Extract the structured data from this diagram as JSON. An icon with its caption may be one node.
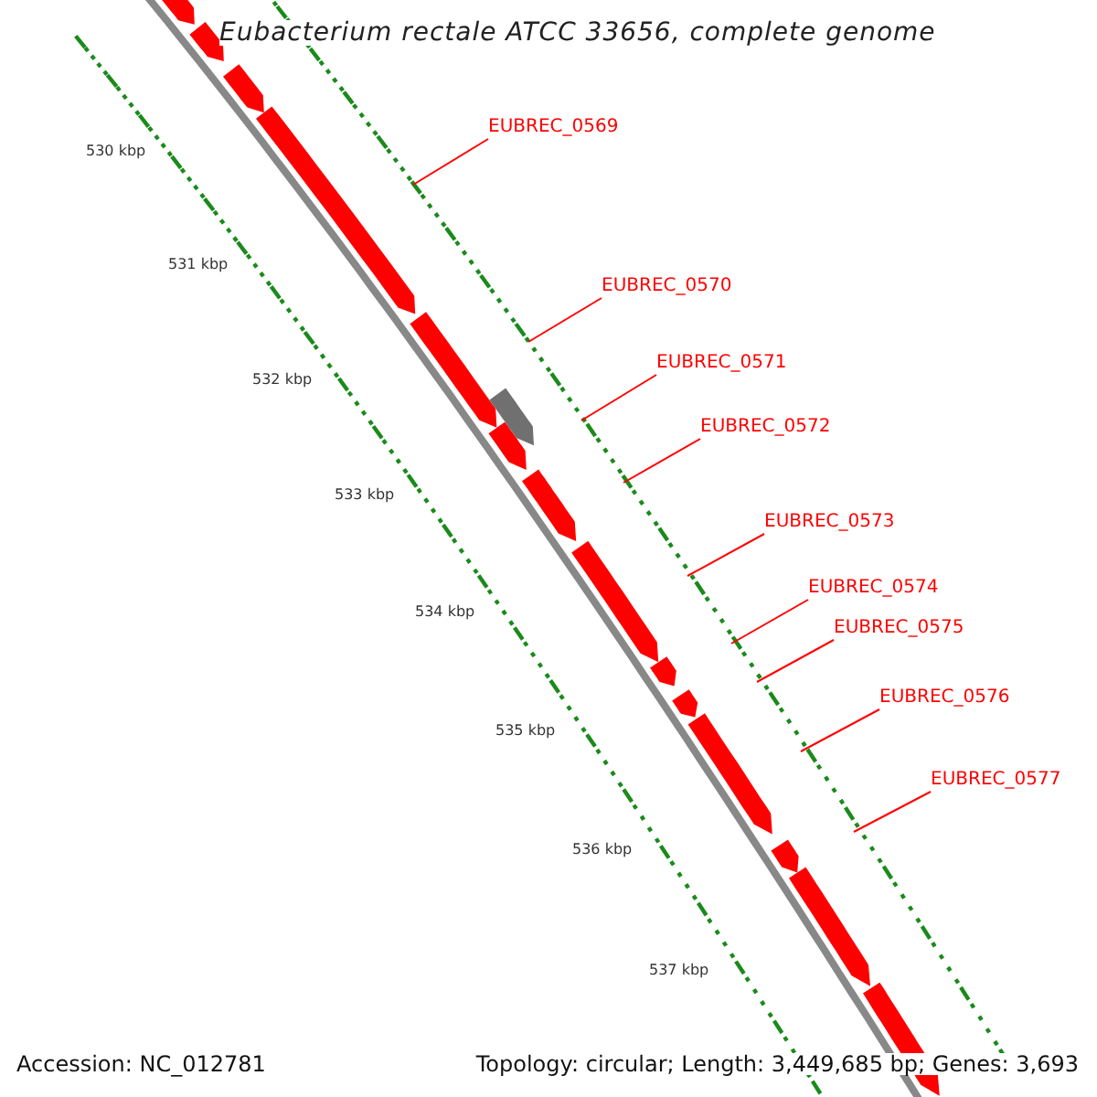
{
  "diagram": {
    "title": "Eubacterium rectale ATCC 33656, complete genome",
    "nodes": [
      {
        "text": [
          "EUBREC_0569"
        ]
      },
      {
        "text": [
          "EUBREC_0570"
        ]
      },
      {
        "text": [
          "EUBREC_0571"
        ]
      },
      {
        "text": [
          "EUBREC_0572"
        ]
      },
      {
        "text": [
          "EUBREC_0573"
        ]
      },
      {
        "text": [
          "EUBREC_0574"
        ]
      },
      {
        "text": [
          "EUBREC_0575"
        ]
      },
      {
        "text": [
          "EUBREC_0576"
        ]
      },
      {
        "text": [
          "EUBREC_0577"
        ]
      }
    ],
    "edges": [
      {
        "from": 0,
        "to": null,
        "arrow": "none"
      },
      {
        "from": 1,
        "to": null,
        "arrow": "none"
      },
      {
        "from": 2,
        "to": null,
        "arrow": "none"
      },
      {
        "from": 3,
        "to": null,
        "arrow": "none"
      },
      {
        "from": 4,
        "to": null,
        "arrow": "none"
      },
      {
        "from": 5,
        "to": null,
        "arrow": "none"
      },
      {
        "from": 6,
        "to": null,
        "arrow": "none"
      },
      {
        "from": 7,
        "to": null,
        "arrow": "none"
      },
      {
        "from": 8,
        "to": null,
        "arrow": "none"
      }
    ],
    "labels": [
      "530 kbp",
      "531 kbp",
      "532 kbp",
      "533 kbp",
      "534 kbp",
      "535 kbp",
      "536 kbp",
      "537 kbp",
      "Accession: NC_012781",
      "Topology: circular; Length: 3,449,685 bp; Genes: 3,693"
    ]
  }
}
